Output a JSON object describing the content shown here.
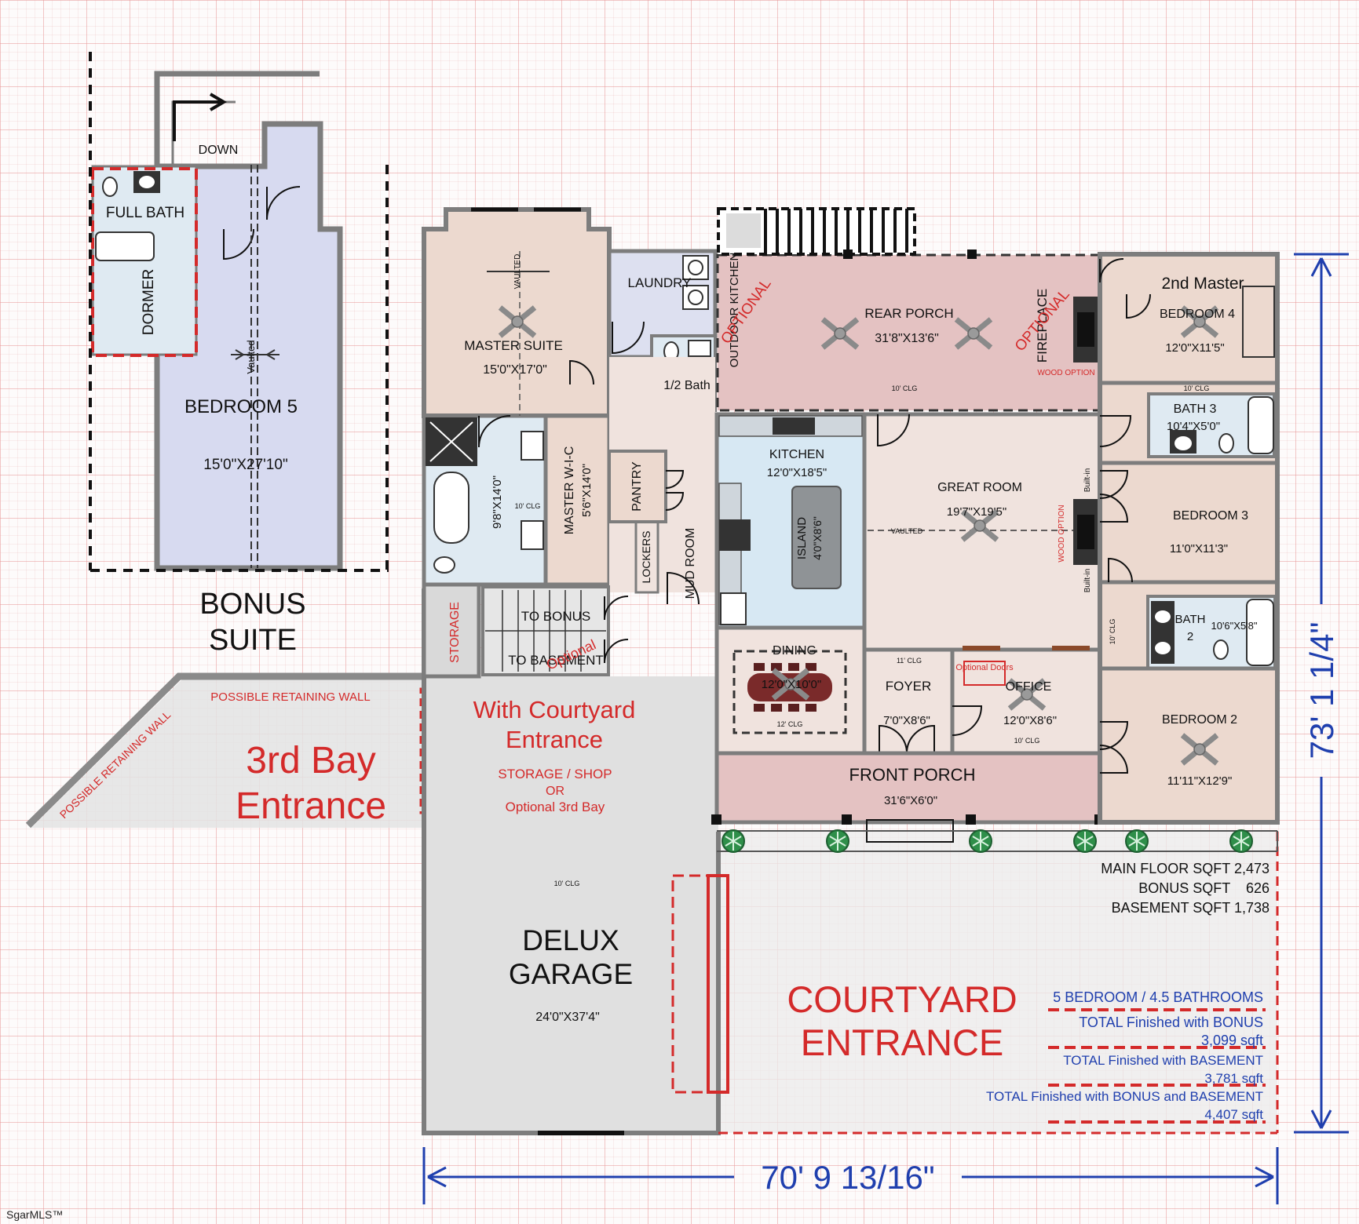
{
  "colors": {
    "wall": "#7d7d7d",
    "suite_fill": "#ecd9cf",
    "porch_fill": "#e4c2c2",
    "bonus_fill": "#d7daf0",
    "bath_fill": "#dfeaf2",
    "kitchen_fill": "#d7e8f3",
    "garage_fill": "#dcdcdc",
    "red_label": "#d42a2a",
    "blue_label": "#1f3fae"
  },
  "bonus": {
    "down": "DOWN",
    "full_bath": "FULL BATH",
    "dormer": "DORMER",
    "vaulted": "Vaulted",
    "bedroom5_name": "BEDROOM 5",
    "bedroom5_size": "15'0\"X27'10\"",
    "title_line1": "BONUS",
    "title_line2": "SUITE"
  },
  "rooms": {
    "master_suite": {
      "name": "MASTER SUITE",
      "size": "15'0\"X17'0\""
    },
    "vaulted": "VAULTED",
    "laundry": "LAUNDRY",
    "half_bath": "1/2 Bath",
    "outdoor_kitchen": "OUTDOOR KITCHEN",
    "optional": "OPTIONAL",
    "rear_porch": {
      "name": "REAR PORCH",
      "size": "31'8\"X13'6\""
    },
    "fireplace": "FIREPLACE",
    "optional_fireplace": "OPTIONAL",
    "wood_option": "WOOD OPTION",
    "second_master": "2nd Master",
    "bedroom4": {
      "name": "BEDROOM 4",
      "size": "12'0\"X11'5\""
    },
    "clg_10": "10' CLG",
    "bath3": {
      "name": "BATH 3",
      "size": "10'4\"X5'0\""
    },
    "master_bath_size": "9'8\"X14'0\"",
    "master_wic": "MASTER W-I-C",
    "master_wic_size": "5'6\"X14'0\"",
    "pantry": "PANTRY",
    "kitchen": {
      "name": "KITCHEN",
      "size": "12'0\"X18'5\""
    },
    "island": {
      "name": "ISLAND",
      "size": "4'0\"X8'6\""
    },
    "great_room": {
      "name": "GREAT ROOM",
      "size": "19'7\"X19'5\""
    },
    "built_in": "Built-in",
    "bedroom3": {
      "name": "BEDROOM 3",
      "size": "11'0\"X11'3\""
    },
    "lockers": "LOCKERS",
    "mud_room": "MUD ROOM",
    "storage": "STORAGE",
    "to_bonus": "TO BONUS",
    "to_basement": "TO BASEMENT",
    "optional_stairs": "Optional",
    "dining": {
      "name": "DINING",
      "size": "12'0\"X10'0\""
    },
    "clg_12": "12' CLG",
    "clg_11": "11' CLG",
    "foyer": {
      "name": "FOYER",
      "size": "7'0\"X8'6\""
    },
    "optional_doors": "Optional Doors",
    "office": {
      "name": "OFFICE",
      "size": "12'0\"X8'6\""
    },
    "bath2": {
      "name": "BATH",
      "num": "2",
      "size": "10'6\"X5'8\""
    },
    "bedroom2": {
      "name": "BEDROOM 2",
      "size": "11'11\"X12'9\""
    },
    "front_porch": {
      "name": "FRONT PORCH",
      "size": "31'6\"X6'0\""
    },
    "garage": {
      "line1": "DELUX",
      "line2": "GARAGE",
      "size": "24'0\"X37'4\""
    }
  },
  "annotations": {
    "retaining_wall": "POSSIBLE RETAINING WALL",
    "third_bay_line1": "3rd Bay",
    "third_bay_line2": "Entrance",
    "courtyard_entrance_line1": "With Courtyard",
    "courtyard_entrance_line2": "Entrance",
    "storage_shop": "STORAGE / SHOP",
    "or": "OR",
    "optional_third_bay": "Optional 3rd Bay",
    "courtyard_line1": "COURTYARD",
    "courtyard_line2": "ENTRANCE"
  },
  "stats": {
    "main_floor": "MAIN FLOOR SQFT 2,473",
    "bonus": "BONUS SQFT    626",
    "basement": "BASEMENT SQFT 1,738",
    "bedrooms": "5 BEDROOM / 4.5 BATHROOMS",
    "total_bonus_label": "TOTAL Finished with BONUS",
    "total_bonus_value": "3,099 sqft",
    "total_basement_label": "TOTAL Finished with BASEMENT",
    "total_basement_value": "3,781 sqft",
    "total_all_label": "TOTAL Finished with BONUS and BASEMENT",
    "total_all_value": "4,407 sqft"
  },
  "dimensions": {
    "width": "70' 9 13/16\"",
    "depth": "73' 1 1/4\""
  },
  "watermark": "SgarMLS™"
}
